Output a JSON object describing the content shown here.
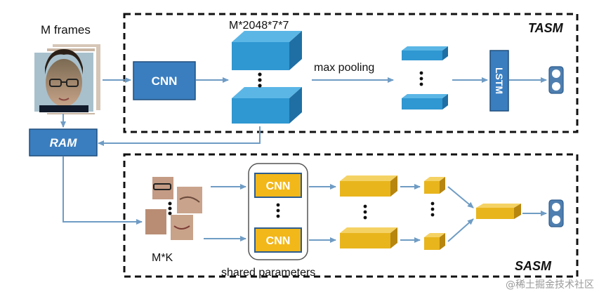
{
  "labels": {
    "m_frames": "M frames",
    "feature_dim": "M*2048*7*7",
    "max_pooling": "max pooling",
    "m_k": "M*K",
    "shared_parameters": "shared parameters",
    "watermark": "@稀土掘金技术社区"
  },
  "modules": {
    "tasm": "TASM",
    "sasm": "SASM",
    "ram": "RAM",
    "cnn": "CNN",
    "lstm": "LSTM"
  },
  "colors": {
    "blue_box": "#3a7ebf",
    "blue_box_dark": "#1f4f7d",
    "cuboid_blue": "#2f97d1",
    "cuboid_gold": "#e8b51d",
    "cnn_yellow": "#f2b719",
    "cnn_yellow_border": "#2d5c8e",
    "arrow": "#6f9cc4",
    "dashed": "#111111"
  }
}
